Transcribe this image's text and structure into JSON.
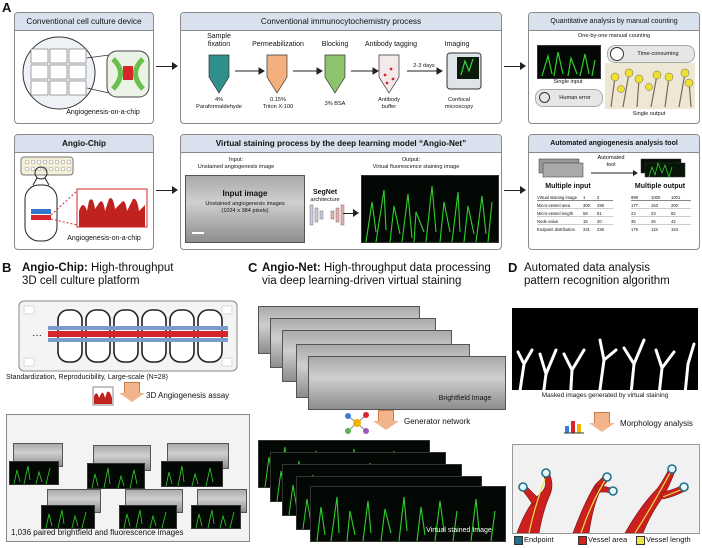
{
  "figure": {
    "letters": {
      "a": "A",
      "b": "B",
      "c": "C",
      "d": "D"
    },
    "conventional_device": {
      "title": "Conventional cell culture device",
      "caption": "Angiogenesis-on-a-chip"
    },
    "icc_process": {
      "title": "Conventional immunocytochemistry process",
      "steps": [
        {
          "name": "Sample\nfixation",
          "reagent": "4%\nParaformaldehyde"
        },
        {
          "name": "Permeabilization",
          "reagent": "0.15%\nTriton X-100"
        },
        {
          "name": "Blocking",
          "reagent": "3% BSA"
        },
        {
          "name": "Antibody tagging",
          "reagent": "Antibody\nbuffer"
        },
        {
          "name": "Imaging",
          "reagent": "Confocal\nmicroscopy"
        }
      ],
      "duration": "2-3 days"
    },
    "manual_counting": {
      "title": "Quantitative analysis by manual counting",
      "subtitle": "One-by-one manual counting",
      "time": "Time-consuming",
      "single_input": "Single input",
      "error": "Human error",
      "single_output": "Single output"
    },
    "angio_chip": {
      "title": "Angio-Chip",
      "caption": "Angiogenesis-on-a-chip"
    },
    "virtual_staining": {
      "title": "Virtual staining process by the deep learning model “Angio-Net”",
      "input_label": "Input:",
      "input_desc": "Unstained angiogenesis image",
      "input_image_title": "Input image",
      "input_image_desc": "Unstained angiogenesis images",
      "input_image_size": "(1024 x 384 pixels)",
      "segnet": "SegNet",
      "segnet_sub": "architecture",
      "output_label": "Output:",
      "output_desc": "Virtual fluorescence staining image"
    },
    "analysis_tool": {
      "title": "Automated angiogenesis analysis tool",
      "tool": "Automated\ntool",
      "multi_input": "Multiple input",
      "multi_output": "Multiple output",
      "table_left": {
        "header": [
          "Virtual staining image",
          "1",
          "2"
        ],
        "rows": [
          [
            "Micro-vessel area",
            "300",
            "295"
          ],
          [
            "Micro-vessel length",
            "58",
            "61"
          ],
          [
            "Node value",
            "15",
            "20"
          ],
          [
            "Endpoint distribution",
            "331",
            "236"
          ]
        ]
      },
      "table_right": {
        "header": [
          "999",
          "1000",
          "1001"
        ],
        "rows": [
          [
            "177",
            "153",
            "200"
          ],
          [
            "23",
            "23",
            "82"
          ],
          [
            "35",
            "45",
            "42"
          ],
          [
            "175",
            "119",
            "153"
          ]
        ]
      }
    },
    "section_b": {
      "title_bold": "Angio-Chip:",
      "title_rest": " High-throughput",
      "title_line2": "3D cell culture platform",
      "caption": "Standardization, Reproducibility, Large-scale (N=28)",
      "assay": "3D Angiogenesis assay",
      "pairs": "1,036 paired brightfield and fluorescence images"
    },
    "section_c": {
      "title_bold": "Angio-Net:",
      "title_rest": " High-throughput data processing",
      "title_line2": "via deep learning-driven virtual staining",
      "bf_label": "Brightfield Image",
      "generator": "Generator network",
      "vs_label": "Virtual stained Image"
    },
    "section_d": {
      "title_line1": "Automated data analysis",
      "title_line2": "pattern recognition algorithm",
      "masked": "Masked images generated by virtual staining",
      "morph": "Morphology analysis",
      "legend": [
        {
          "label": "Endpoint",
          "color": "#1f6f8b"
        },
        {
          "label": "Vessel area",
          "color": "#d62020"
        },
        {
          "label": "Vessel length",
          "color": "#ede247"
        }
      ]
    },
    "colors": {
      "panel_header": "#d9e1ee",
      "arrow_fill": "#f2b48a",
      "vessel_green": "#2fd12a"
    }
  }
}
